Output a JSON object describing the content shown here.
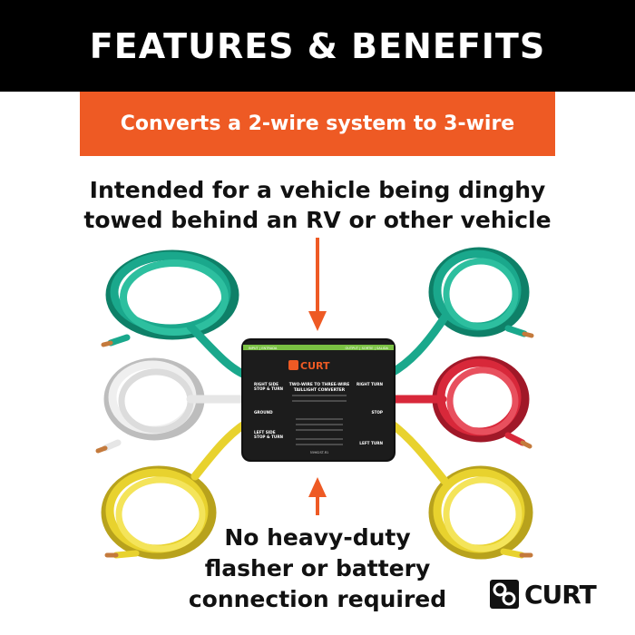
{
  "header": {
    "title": "FEATURES & BENEFITS"
  },
  "banner": {
    "text": "Converts a 2-wire system to 3-wire"
  },
  "intended": {
    "line1": "Intended for a vehicle being dinghy",
    "line2": "towed behind an RV or other vehicle"
  },
  "bottom": {
    "line1": "No heavy-duty",
    "line2": "flasher or battery",
    "line3": "connection required"
  },
  "module": {
    "input_label": "INPUT | ENTRADA",
    "output_label": "OUTPUT | SORTIE | SALIDA",
    "brand": "CURT",
    "title1": "TWO-WIRE TO THREE-WIRE",
    "title2": "TAILLIGHT CONVERTER",
    "left_rst1": "RIGHT SIDE",
    "left_rst2": "STOP & TURN",
    "left_ground": "GROUND",
    "left_lst1": "LEFT SIDE",
    "left_lst2": "STOP & TURN",
    "right_turn": "RIGHT TURN",
    "right_stop": "STOP",
    "right_left_turn": "LEFT TURN",
    "part_number": "55962ST-R1"
  },
  "logo": {
    "text": "CURT"
  },
  "colors": {
    "header_bg": "#000000",
    "banner_bg": "#ee5a24",
    "arrow": "#ee5a24",
    "wire_green": "#1aa88c",
    "wire_white": "#e6e6e6",
    "wire_yellow": "#e8d22e",
    "wire_red": "#d8283a",
    "module_body": "#1c1c1c",
    "module_stripe": "#7ac143"
  }
}
